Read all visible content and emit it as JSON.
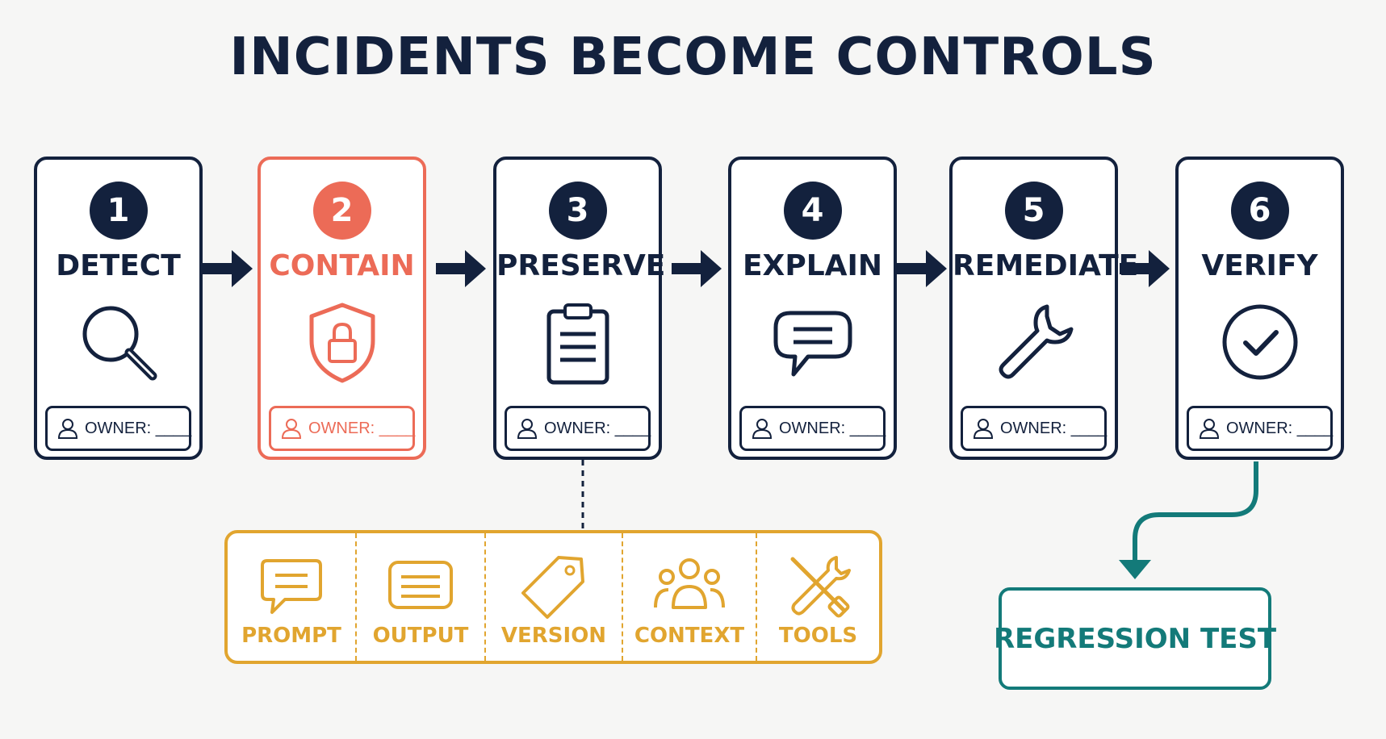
{
  "title": "INCIDENTS BECOME CONTROLS",
  "steps": [
    {
      "number": "1",
      "label": "DETECT",
      "icon": "magnifier-icon",
      "owner": "OWNER: ____"
    },
    {
      "number": "2",
      "label": "CONTAIN",
      "icon": "shield-lock-icon",
      "owner": "OWNER: ____"
    },
    {
      "number": "3",
      "label": "PRESERVE",
      "icon": "clipboard-icon",
      "owner": "OWNER: ____"
    },
    {
      "number": "4",
      "label": "EXPLAIN",
      "icon": "speech-bubble-icon",
      "owner": "OWNER: ____"
    },
    {
      "number": "5",
      "label": "REMEDIATE",
      "icon": "wrench-icon",
      "owner": "OWNER: ____"
    },
    {
      "number": "6",
      "label": "VERIFY",
      "icon": "check-circle-icon",
      "owner": "OWNER: ____"
    }
  ],
  "evidence": [
    {
      "label": "PROMPT",
      "icon": "chat-bubble-icon"
    },
    {
      "label": "OUTPUT",
      "icon": "document-lines-icon"
    },
    {
      "label": "VERSION",
      "icon": "tag-icon"
    },
    {
      "label": "CONTEXT",
      "icon": "people-icon"
    },
    {
      "label": "TOOLS",
      "icon": "tools-icon"
    }
  ],
  "result": {
    "label": "REGRESSION TEST"
  },
  "colors": {
    "navy": "#13213d",
    "highlight": "#ec6b57",
    "evidence": "#e1a52f",
    "result": "#137a79"
  }
}
